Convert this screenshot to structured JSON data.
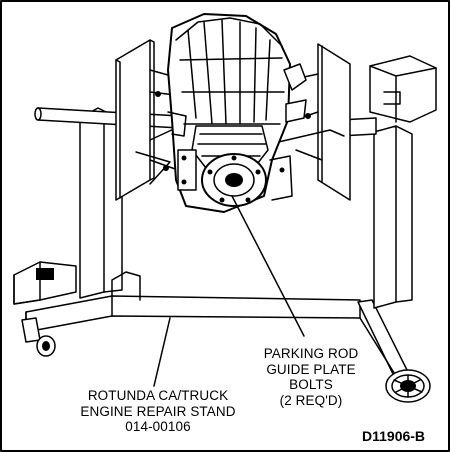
{
  "labels": {
    "parking_rod": [
      "PARKING ROD",
      "GUIDE PLATE",
      "BOLTS",
      "(2 REQ'D)"
    ],
    "stand": [
      "ROTUNDA CA/TRUCK",
      "ENGINE REPAIR STAND",
      "014-00106"
    ]
  },
  "figure_code": "D11906-B",
  "colors": {
    "line": "#000000",
    "background": "#ffffff"
  }
}
